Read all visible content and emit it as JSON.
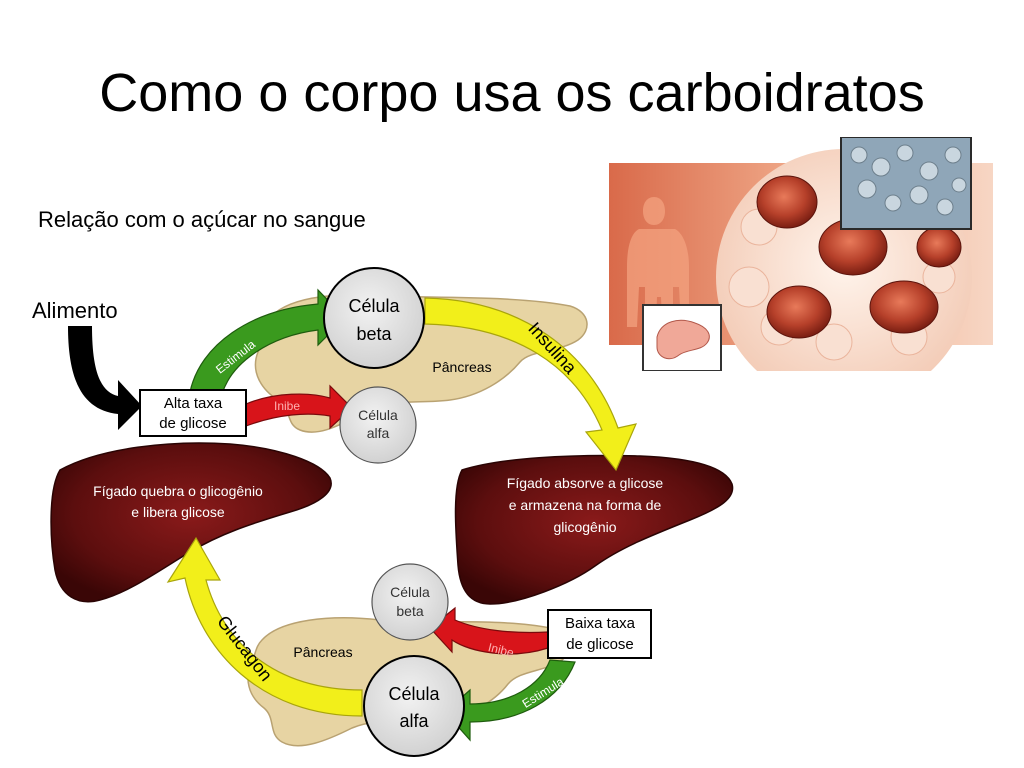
{
  "slide": {
    "title": "Como o corpo usa os carboidratos",
    "subtitle": "Relação com o açúcar no sangue"
  },
  "diagram": {
    "food_label": "Alimento",
    "high_glucose": [
      "Alta taxa",
      "de glicose"
    ],
    "low_glucose": [
      "Baixa taxa",
      "de glicose"
    ],
    "beta_cell_large": [
      "Célula",
      "beta"
    ],
    "alpha_cell_small": [
      "Célula",
      "alfa"
    ],
    "beta_cell_small": [
      "Célula",
      "beta"
    ],
    "alpha_cell_large": [
      "Célula",
      "alfa"
    ],
    "pancreas_top": "Pâncreas",
    "pancreas_bottom": "Pâncreas",
    "stimulates_top": "Estimula",
    "stimulates_bottom": "Estimula",
    "inhibits_top": "Inibe",
    "inhibits_bottom": "Inibe",
    "insulin": "Insulina",
    "glucagon": "Glucagon",
    "liver_left": [
      "Fígado quebra o glicogênio",
      "e libera glicose"
    ],
    "liver_right": [
      "Fígado absorve a glicose",
      "e armazena na forma de",
      "glicogênio"
    ],
    "colors": {
      "green_arrow": "#3a9a1e",
      "yellow_arrow": "#f2ef1a",
      "red_arrow": "#d8141a",
      "liver": "#6b1212",
      "pancreas": "#e7d4a3",
      "cell": "#dedede"
    }
  }
}
